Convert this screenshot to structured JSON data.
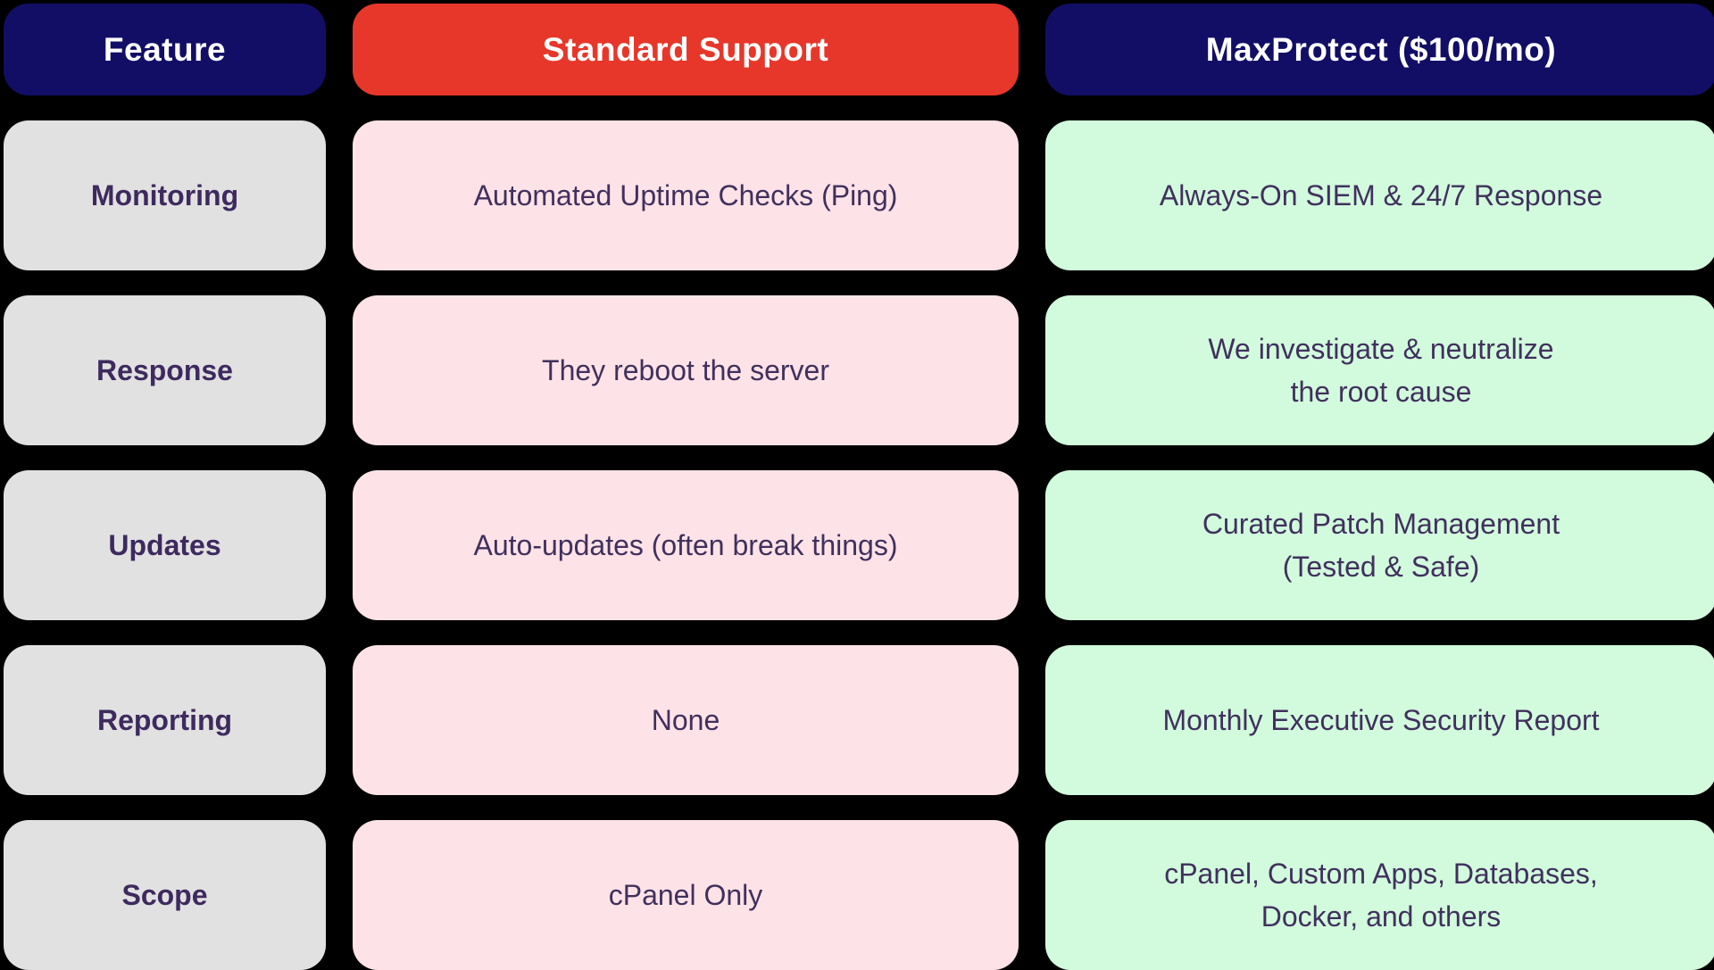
{
  "chart_data": {
    "type": "table",
    "columns": [
      "Feature",
      "Standard Support",
      "MaxProtect ($100/mo)"
    ],
    "rows": [
      [
        "Monitoring",
        "Automated Uptime Checks (Ping)",
        "Always-On SIEM & 24/7 Response"
      ],
      [
        "Response",
        "They reboot the server",
        "We investigate & neutralize\nthe root cause"
      ],
      [
        "Updates",
        "Auto-updates (often break things)",
        "Curated Patch Management\n(Tested & Safe)"
      ],
      [
        "Reporting",
        "None",
        "Monthly Executive Security Report"
      ],
      [
        "Scope",
        "cPanel Only",
        "cPanel, Custom Apps, Databases,\nDocker, and others"
      ]
    ],
    "layout": {
      "grid": "off",
      "legend": "none",
      "header_style": [
        "navy",
        "red",
        "navy"
      ]
    }
  },
  "colors": {
    "bg": "#000000",
    "navy": "#120e66",
    "red": "#e7372a",
    "feature-cell": "#e2e1e2",
    "standard-cell": "#fde3e7",
    "max-cell": "#d2fbdd",
    "header-text": "#ffffff",
    "label-text": "#3d2a5e",
    "body-text": "#41305e"
  }
}
